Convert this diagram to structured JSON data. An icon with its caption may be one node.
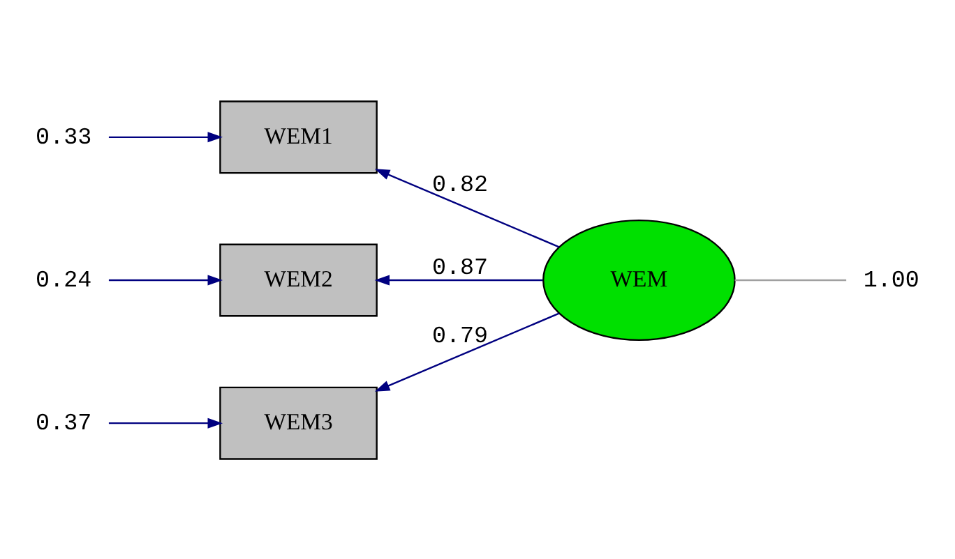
{
  "diagram": {
    "nodes": [
      {
        "text": [
          "0.33"
        ]
      },
      {
        "text": [
          "WEM1"
        ]
      },
      {
        "text": [
          "0.24"
        ]
      },
      {
        "text": [
          "WEM2"
        ]
      },
      {
        "text": [
          "WEM"
        ]
      },
      {
        "text": [
          "1.00"
        ]
      },
      {
        "text": [
          "0.37"
        ]
      },
      {
        "text": [
          "WEM3"
        ]
      }
    ],
    "edges": [
      {
        "from": 0,
        "to": 1,
        "arrow": "to"
      },
      {
        "from": 2,
        "to": 3,
        "arrow": "to"
      },
      {
        "from": 6,
        "to": 7,
        "arrow": "to"
      },
      {
        "from": 4,
        "to": 1,
        "arrow": "to",
        "label": "0.82"
      },
      {
        "from": 4,
        "to": 3,
        "arrow": "to",
        "label": "0.87"
      },
      {
        "from": 4,
        "to": 7,
        "arrow": "to",
        "label": "0.79"
      },
      {
        "from": 4,
        "to": 5,
        "arrow": "none",
        "color": "#a0a0a0"
      }
    ]
  }
}
